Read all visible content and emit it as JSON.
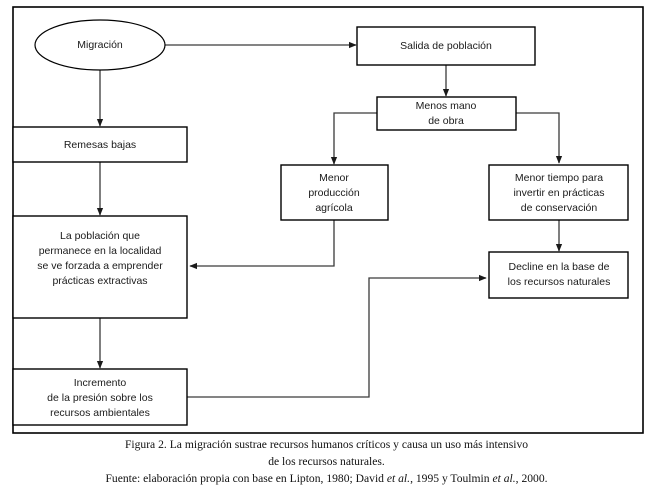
{
  "figure": {
    "nodes": {
      "migracion": "Migración",
      "salida": "Salida de población",
      "remesas": "Remesas bajas",
      "menos_mano_1": "Menos mano",
      "menos_mano_2": "de obra",
      "menor_prod_1": "Menor",
      "menor_prod_2": "producción",
      "menor_prod_3": "agrícola",
      "menor_tiempo_1": "Menor tiempo para",
      "menor_tiempo_2": "invertir en prácticas",
      "menor_tiempo_3": "de conservación",
      "poblacion_1": "La población que",
      "poblacion_2": "permanece en la localidad",
      "poblacion_3": "se ve forzada a emprender",
      "poblacion_4": "prácticas extractivas",
      "decline_1": "Decline en la base de",
      "decline_2": "los recursos naturales",
      "incremento_1": "Incremento",
      "incremento_2": "de la presión sobre los",
      "incremento_3": "recursos ambientales"
    },
    "caption": {
      "line1": "Figura 2. La migración sustrae recursos humanos críticos y causa un uso más intensivo",
      "line2": "de los recursos naturales.",
      "source_a": "Fuente: elaboración propia con base en Lipton, 1980; David ",
      "source_et1": "et al.",
      "source_b": ", 1995 y Toulmin ",
      "source_et2": "et al.",
      "source_c": ", 2000."
    },
    "colors": {
      "stroke": "#000000",
      "connector": "#3a3a3a",
      "text": "#1a1a1a",
      "background": "#ffffff"
    }
  }
}
